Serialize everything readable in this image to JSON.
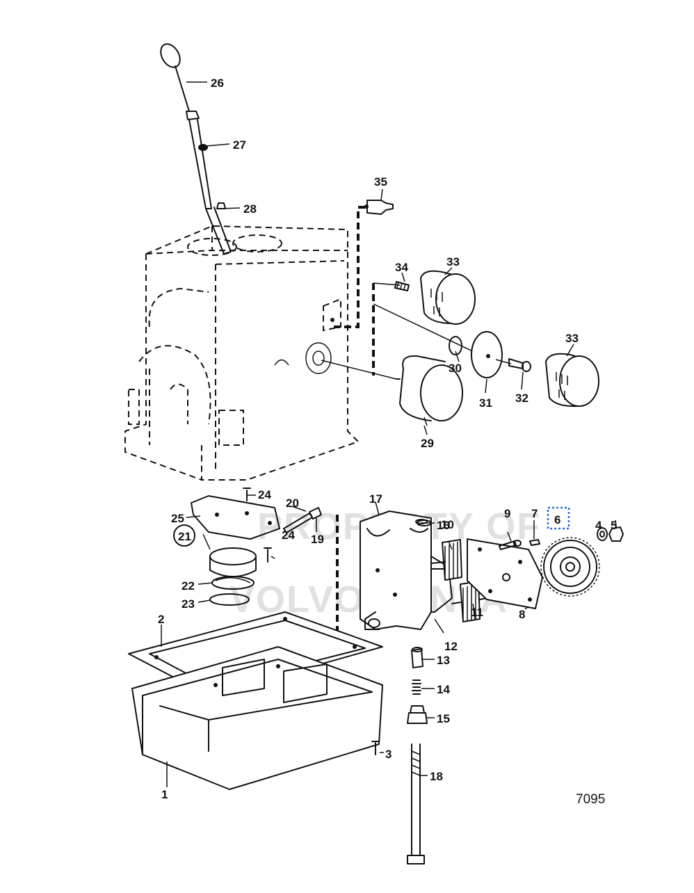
{
  "watermark": {
    "line1": "PROPERTY OF",
    "line2": "VOLVO PENTA"
  },
  "figure_number": "7095",
  "highlighted_callout": "6",
  "parts": [
    {
      "key": "p1",
      "label": "1"
    },
    {
      "key": "p2",
      "label": "2"
    },
    {
      "key": "p3",
      "label": "3"
    },
    {
      "key": "p4",
      "label": "4"
    },
    {
      "key": "p5",
      "label": "5"
    },
    {
      "key": "p6",
      "label": "6"
    },
    {
      "key": "p7",
      "label": "7"
    },
    {
      "key": "p8",
      "label": "8"
    },
    {
      "key": "p9",
      "label": "9"
    },
    {
      "key": "p10",
      "label": "10"
    },
    {
      "key": "p11",
      "label": "11"
    },
    {
      "key": "p12",
      "label": "12"
    },
    {
      "key": "p13",
      "label": "13"
    },
    {
      "key": "p14",
      "label": "14"
    },
    {
      "key": "p15",
      "label": "15"
    },
    {
      "key": "p16",
      "label": "16"
    },
    {
      "key": "p17",
      "label": "17"
    },
    {
      "key": "p18",
      "label": "18"
    },
    {
      "key": "p19",
      "label": "19"
    },
    {
      "key": "p20",
      "label": "20"
    },
    {
      "key": "p21",
      "label": "21"
    },
    {
      "key": "p22",
      "label": "22"
    },
    {
      "key": "p23",
      "label": "23"
    },
    {
      "key": "p24a",
      "label": "24"
    },
    {
      "key": "p24b",
      "label": "24"
    },
    {
      "key": "p25",
      "label": "25"
    },
    {
      "key": "p26",
      "label": "26"
    },
    {
      "key": "p27",
      "label": "27"
    },
    {
      "key": "p28",
      "label": "28"
    },
    {
      "key": "p29",
      "label": "29"
    },
    {
      "key": "p30",
      "label": "30"
    },
    {
      "key": "p31",
      "label": "31"
    },
    {
      "key": "p32",
      "label": "32"
    },
    {
      "key": "p33a",
      "label": "33"
    },
    {
      "key": "p33b",
      "label": "33"
    },
    {
      "key": "p34",
      "label": "34"
    },
    {
      "key": "p35",
      "label": "35"
    }
  ]
}
